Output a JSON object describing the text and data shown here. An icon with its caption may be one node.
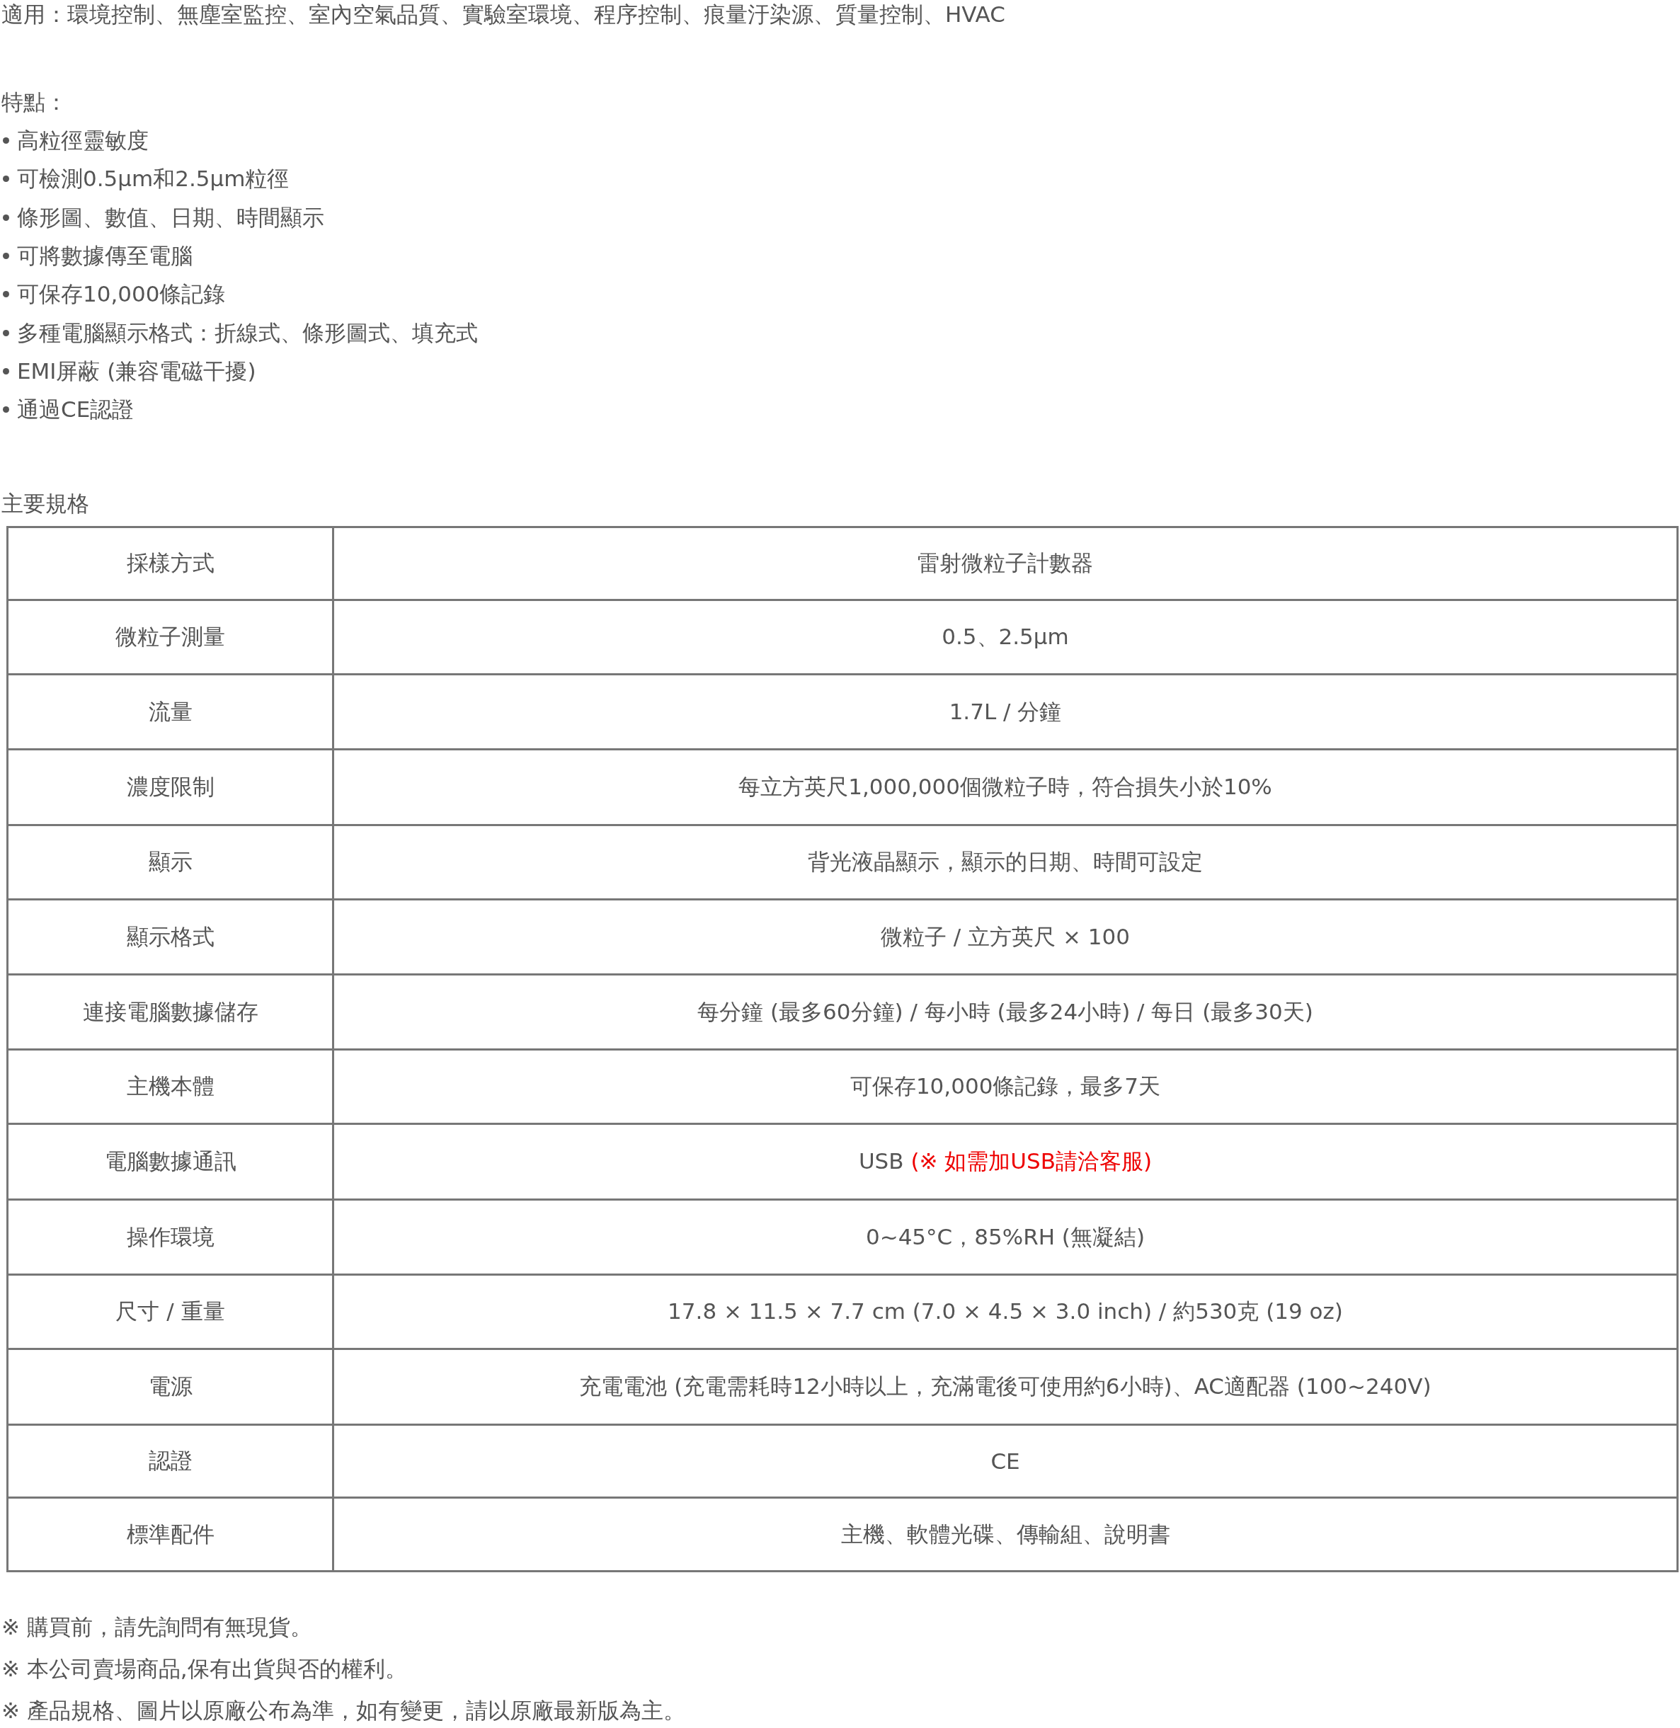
{
  "diagram": {
    "labels": [
      "適用：環境控制、無塵室監控、室內空氣品質、實驗室環境、程序控制、痕量汙染源、質量控制、HVAC",
      "特點：",
      "高粒徑靈敏度",
      "可檢測0.5µm和2.5µm粒徑",
      "條形圖、數值、日期、時間顯示",
      "可將數據傳至電腦",
      "可保存10,000條記錄",
      "多種電腦顯示格式：折線式、條形圖式、填充式",
      "EMI屏蔽 (兼容電磁干擾)",
      "通過CE認證",
      "主要規格",
      "採樣方式",
      "雷射微粒子計數器",
      "微粒子測量",
      "0.5、2.5µm",
      "流量",
      "1.7L / 分鐘",
      "濃度限制",
      "每立方英尺1,000,000個微粒子時，符合損失小於10%",
      "顯示",
      "背光液晶顯示，顯示的日期、時間可設定",
      "顯示格式",
      "微粒子 / 立方英尺 × 100",
      "連接電腦數據儲存",
      "每分鐘 (最多60分鐘) / 每小時 (最多24小時) / 每日 (最多30天)",
      "主機本體",
      "可保存10,000條記錄，最多7天",
      "電腦數據通訊",
      "USB",
      "(※ 如需加USB請洽客服)",
      "操作環境",
      "0~45°C，85%RH (無凝結)",
      "尺寸 / 重量",
      "17.8 × 11.5 × 7.7 cm (7.0 × 4.5 × 3.0 inch) / 約530克 (19 oz)",
      "電源",
      "充電電池 (充電需耗時12小時以上，充滿電後可使用約6小時)、AC適配器 (100~240V)",
      "認證",
      "CE",
      "標準配件",
      "主機、軟體光碟、傳輸組、說明書",
      "※ 購買前，請先詢問有無現貨。",
      "※ 本公司賣場商品,保有出貨與否的權利。",
      "※ 產品規格、圖片以原廠公布為準，如有變更，請以原廠最新版為主。"
    ]
  }
}
